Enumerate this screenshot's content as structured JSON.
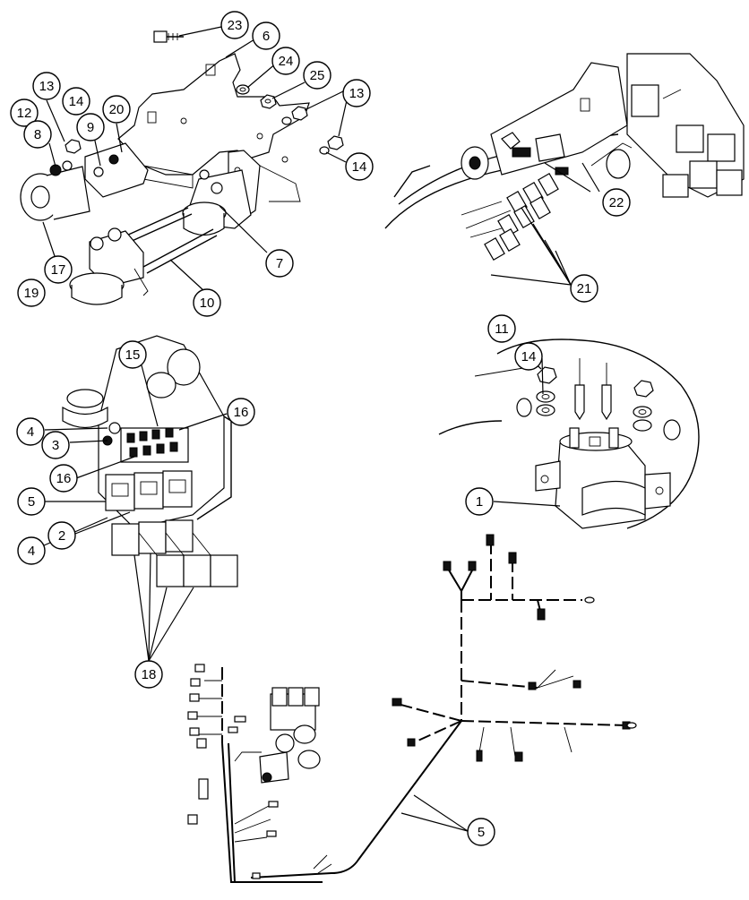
{
  "diagram": {
    "callouts": [
      {
        "id": "c23",
        "label": "23"
      },
      {
        "id": "c6",
        "label": "6"
      },
      {
        "id": "c24",
        "label": "24"
      },
      {
        "id": "c25",
        "label": "25"
      },
      {
        "id": "c13a",
        "label": "13"
      },
      {
        "id": "c14a",
        "label": "14"
      },
      {
        "id": "c12",
        "label": "12"
      },
      {
        "id": "c20",
        "label": "20"
      },
      {
        "id": "c8",
        "label": "8"
      },
      {
        "id": "c9",
        "label": "9"
      },
      {
        "id": "c13b",
        "label": "13"
      },
      {
        "id": "c14b",
        "label": "14"
      },
      {
        "id": "c7",
        "label": "7"
      },
      {
        "id": "c10",
        "label": "10"
      },
      {
        "id": "c17",
        "label": "17"
      },
      {
        "id": "c19",
        "label": "19"
      },
      {
        "id": "c22",
        "label": "22"
      },
      {
        "id": "c21",
        "label": "21"
      },
      {
        "id": "c15",
        "label": "15"
      },
      {
        "id": "c16a",
        "label": "16"
      },
      {
        "id": "c4a",
        "label": "4"
      },
      {
        "id": "c3",
        "label": "3"
      },
      {
        "id": "c16b",
        "label": "16"
      },
      {
        "id": "c5a",
        "label": "5"
      },
      {
        "id": "c2",
        "label": "2"
      },
      {
        "id": "c4b",
        "label": "4"
      },
      {
        "id": "c18",
        "label": "18"
      },
      {
        "id": "c11",
        "label": "11"
      },
      {
        "id": "c14c",
        "label": "14"
      },
      {
        "id": "c1",
        "label": "1"
      },
      {
        "id": "c5b",
        "label": "5"
      }
    ]
  }
}
